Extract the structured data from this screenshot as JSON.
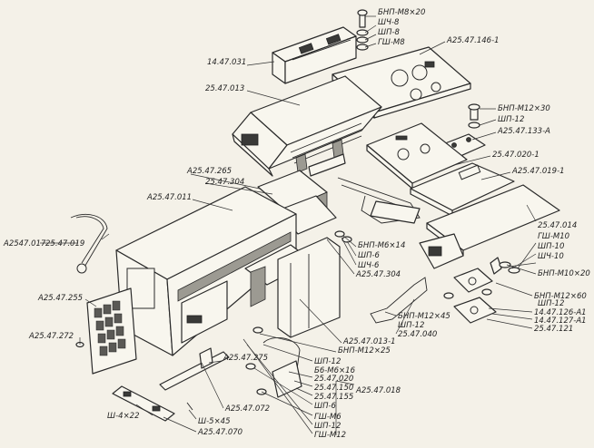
{
  "labels": {
    "l01": "БНП-М8×20",
    "l02": "ШЧ-8",
    "l03": "ШП-8",
    "l04": "ГШ-М8",
    "l05": "14.47.031",
    "l06": "А25.47.146-1",
    "l07": "25.47.013",
    "l08": "БНП-М12×30",
    "l09": "ШП-12",
    "l10": "А25.47.133-А",
    "l11": "25.47.020-1",
    "l12": "А25.47.019-1",
    "l13": "А25.47.265",
    "l14": "25.47.304",
    "l15": "А25.47.011",
    "l16": "25.47.014",
    "l17": "ГШ-М10",
    "l18": "ШП-10",
    "l19": "ШЧ-10",
    "l20": "БНП-М10×20",
    "l21": "А2547.017",
    "l22": "25.47.019",
    "l23": "БНП-М6×14",
    "l24": "ШП-6",
    "l25": "ШЧ-6",
    "l26": "А25.47.304",
    "l27": "БНП-М12×60",
    "l28": "ШП-12",
    "l29": "14.47.126-А1",
    "l30": "14.47.127-А1",
    "l31": "25.47.121",
    "l32": "А25.47.255",
    "l33": "БНП-М12×45",
    "l34": "ШП-12",
    "l35": "25.47.040",
    "l36": "А25.47.013-1",
    "l37": "А25.47.272",
    "l38": "БНП-М12×25",
    "l39": "ШП-12",
    "l40": "Б6-М6×16",
    "l41": "25.47.020",
    "l42": "25.47.150",
    "l43": "25.47.155",
    "l44": "ШП-6",
    "l45": "А25.47.018",
    "l46": "А25.47.275",
    "l47": "ГШ-М6",
    "l48": "ШП-12",
    "l49": "ГШ-М12",
    "l50": "А25.47.072",
    "l51": "Ш-4×22",
    "l52": "Ш-5×45",
    "l53": "А25.47.070"
  }
}
